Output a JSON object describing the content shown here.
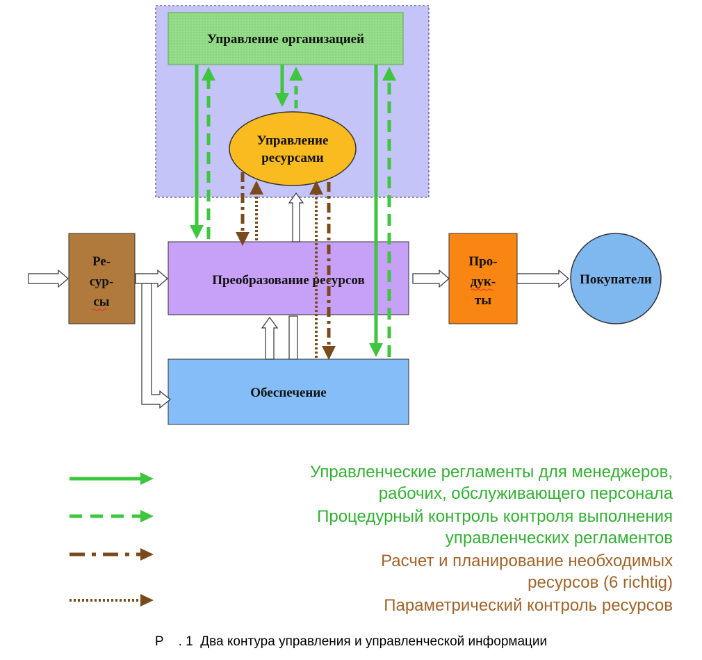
{
  "colors": {
    "org_region_fill": "#c4c4f8",
    "org_box_fill": "#8ed883",
    "resources_mgmt_fill": "#f9bb1f",
    "transform_fill": "#c7a0f7",
    "support_fill": "#84bdf7",
    "resources_fill": "#b17a3d",
    "products_fill": "#f98512",
    "customers_fill": "#7fb7ef",
    "green": "#3ec63e",
    "brown": "#7a4a1c",
    "legend_green": "#33b033",
    "legend_brown": "#a0642a"
  },
  "blocks": {
    "org_management": "Управление организацией",
    "resource_management_line1": "Управление",
    "resource_management_line2": "ресурсами",
    "resources_line1": "Ре-",
    "resources_line2": "сур-",
    "resources_line3": "сы",
    "transformation": "Преобразование ресурсов",
    "products_line1": "Про-",
    "products_line2": "дук-",
    "products_line3": "ты",
    "customers": "Покупатели",
    "support": "Обеспечение"
  },
  "legend": [
    {
      "style": "solid",
      "color_key": "green",
      "line1": "Управленческие регламенты для менеджеров,",
      "line2": "рабочих, обслуживающего персонала"
    },
    {
      "style": "dashed",
      "color_key": "green",
      "line1": "Процедурный контроль  контроля выполнения",
      "line2": "управленческих регламентов"
    },
    {
      "style": "dash-dot",
      "color_key": "brown",
      "line1": "Расчет и планирование необходимых",
      "line2": "ресурсов (6 richtig)"
    },
    {
      "style": "dotted",
      "color_key": "brown",
      "line1": "Параметрический контроль ресурсов",
      "line2": ""
    }
  ],
  "caption": "Р    . 1  Два контура управления и управленческой информации"
}
